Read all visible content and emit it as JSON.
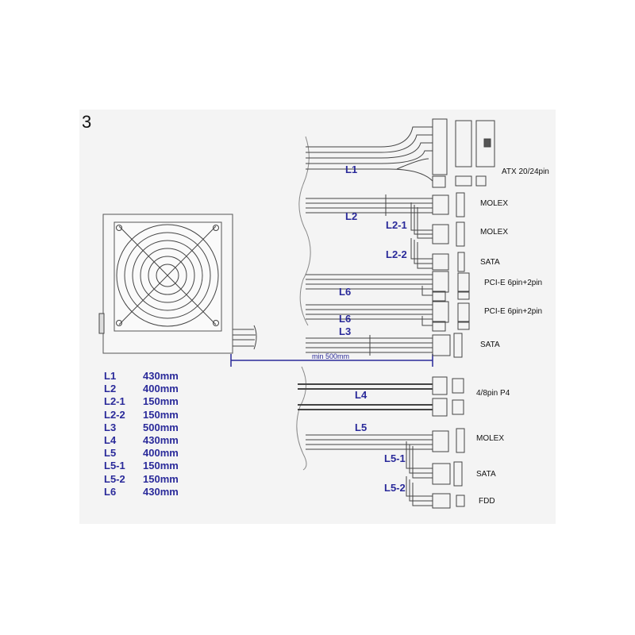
{
  "figure_number": "3",
  "cables": {
    "L1": "L1",
    "L2": "L2",
    "L2_1": "L2-1",
    "L2_2": "L2-2",
    "L6_a": "L6",
    "L6_b": "L6",
    "L3": "L3",
    "L4": "L4",
    "L5": "L5",
    "L5_1": "L5-1",
    "L5_2": "L5-2"
  },
  "connectors": {
    "atx": "ATX 20/24pin",
    "molex_1": "MOLEX",
    "molex_2": "MOLEX",
    "sata_1": "SATA",
    "pcie_1": "PCI-E  6pin+2pin",
    "pcie_2": "PCI-E  6pin+2pin",
    "sata_2": "SATA",
    "p4": "4/8pin P4",
    "molex_3": "MOLEX",
    "sata_3": "SATA",
    "fdd": "FDD"
  },
  "min_length_label": "min 500mm",
  "lengths": [
    {
      "cable": "L1",
      "length": "430mm"
    },
    {
      "cable": "L2",
      "length": "400mm"
    },
    {
      "cable": "L2-1",
      "length": "150mm"
    },
    {
      "cable": "L2-2",
      "length": "150mm"
    },
    {
      "cable": "L3",
      "length": "500mm"
    },
    {
      "cable": "L4",
      "length": "430mm"
    },
    {
      "cable": "L5",
      "length": "400mm"
    },
    {
      "cable": "L5-1",
      "length": "150mm"
    },
    {
      "cable": "L5-2",
      "length": "150mm"
    },
    {
      "cable": "L6",
      "length": "430mm"
    }
  ],
  "colors": {
    "label": "#2a2a9a",
    "line": "#444444",
    "panel": "#f4f4f4"
  }
}
